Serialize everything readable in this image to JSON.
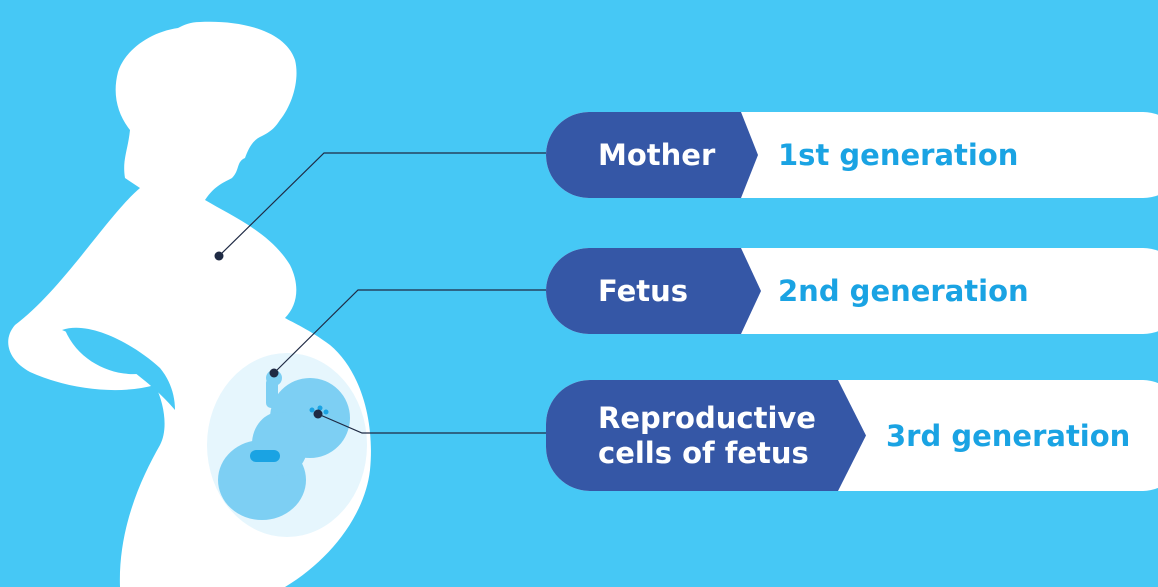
{
  "colors": {
    "background": "#46c8f5",
    "silhouette": "#ffffff",
    "tag": "#3557a6",
    "generation_text": "#1aa3e3",
    "fetus": "#7dcff3"
  },
  "rows": [
    {
      "label": "Mother",
      "generation": "1st generation"
    },
    {
      "label": "Fetus",
      "generation": "2nd generation"
    },
    {
      "label": "Reproductive cells of fetus",
      "generation": "3rd generation"
    }
  ]
}
